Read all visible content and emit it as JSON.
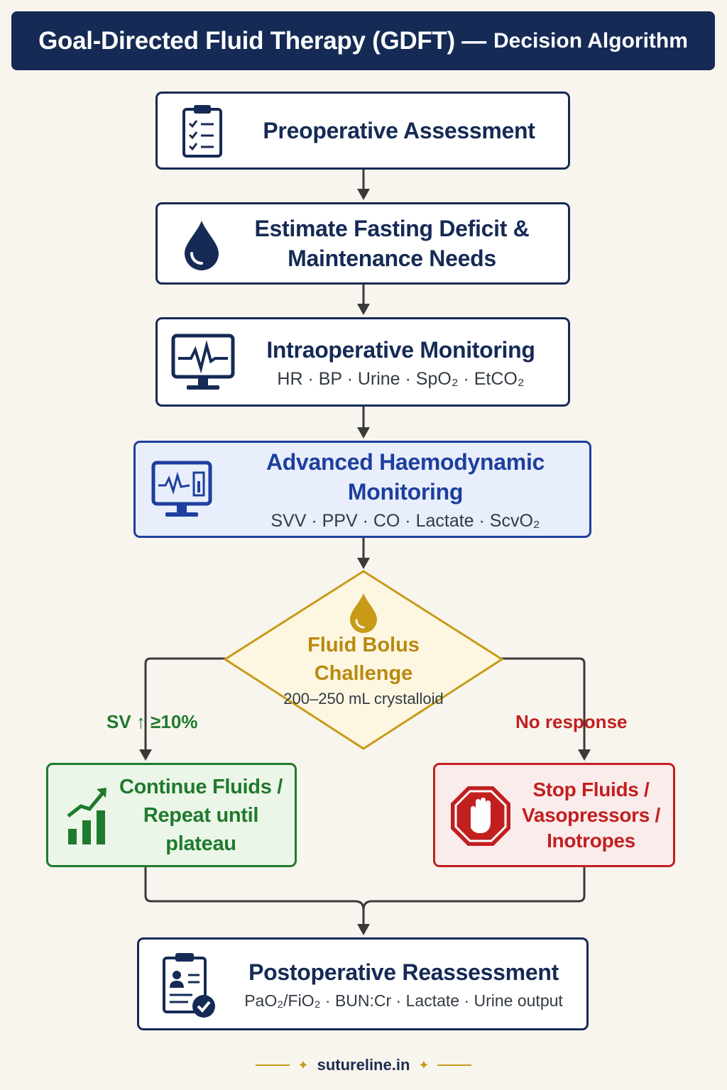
{
  "title": {
    "main": "Goal-Directed Fluid Therapy (GDFT) —",
    "sub": "Decision Algorithm"
  },
  "steps": {
    "preop": {
      "title": "Preoperative Assessment",
      "icon": "clipboard-checklist-icon"
    },
    "deficit": {
      "title_line1": "Estimate Fasting Deficit &",
      "title_line2": "Maintenance Needs",
      "icon": "water-drop-icon"
    },
    "intraop": {
      "title": "Intraoperative Monitoring",
      "sub": "HR · BP · Urine · SpO₂ · EtCO₂",
      "icon": "monitor-heartbeat-icon"
    },
    "advanced": {
      "title": "Advanced Haemodynamic Monitoring",
      "sub": "SVV · PPV · CO · Lactate · ScvO₂",
      "icon": "haemodynamic-monitor-icon"
    },
    "bolus": {
      "title": "Fluid Bolus Challenge",
      "sub": "200–250 mL crystalloid",
      "icon": "gold-drop-icon"
    },
    "continue": {
      "title_line1": "Continue Fluids /",
      "title_line2": "Repeat until plateau",
      "icon": "rising-bar-chart-icon"
    },
    "stop": {
      "title_line1": "Stop Fluids /",
      "title_line2": "Vasopressors /",
      "title_line3": "Inotropes",
      "icon": "stop-hand-icon"
    },
    "postop": {
      "title": "Postoperative Reassessment",
      "sub": "PaO₂/FiO₂ · BUN:Cr · Lactate · Urine output",
      "icon": "patient-record-check-icon"
    }
  },
  "branches": {
    "yes": "SV ↑ ≥10%",
    "no": "No response"
  },
  "footer": {
    "text": "sutureline.in"
  },
  "colors": {
    "navy": "#152a55",
    "blue": "#1d3f9e",
    "blue_fill": "#e8eefb",
    "gold": "#c89a18",
    "gold_fill": "#fdf7e2",
    "green": "#1f7a2e",
    "green_fill": "#ecf6e8",
    "red": "#c21f1f",
    "red_fill": "#fbecec",
    "background": "#f8f5ee"
  }
}
